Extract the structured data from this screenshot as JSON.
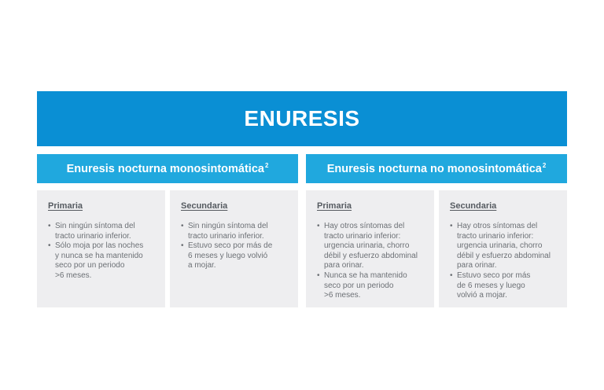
{
  "title": "ENURESIS",
  "groups": [
    {
      "label": "Enuresis nocturna monosintomática",
      "superscript": "2",
      "cards": [
        {
          "heading": "Primaria",
          "bullets": [
            "Sin ningún síntoma del\ntracto urinario inferior.",
            "Sólo moja por las noches\ny nunca se ha mantenido\nseco por un periodo\n>6 meses."
          ]
        },
        {
          "heading": "Secundaria",
          "bullets": [
            "Sin ningún síntoma del\ntracto urinario inferior.",
            "Estuvo seco por más de\n6 meses y luego volvió\na mojar."
          ]
        }
      ]
    },
    {
      "label": "Enuresis nocturna no monosintomática",
      "superscript": "2",
      "cards": [
        {
          "heading": "Primaria",
          "bullets": [
            "Hay otros síntomas del\ntracto urinario inferior:\nurgencia urinaria, chorro\ndébil y esfuerzo abdominal\npara orinar.",
            "Nunca se ha mantenido\nseco por un periodo\n>6 meses."
          ]
        },
        {
          "heading": "Secundaria",
          "bullets": [
            "Hay otros síntomas del\ntracto urinario inferior:\nurgencia urinaria, chorro\ndébil y esfuerzo abdominal\npara orinar.",
            "Estuvo seco por más\nde 6 meses y luego\nvolvió a mojar."
          ]
        }
      ]
    }
  ],
  "colors": {
    "title_bar": "#0a8fd4",
    "subheader_bar": "#20a8de",
    "card_background": "#eeeef0",
    "heading_text": "#555a60",
    "body_text": "#6c7075"
  }
}
